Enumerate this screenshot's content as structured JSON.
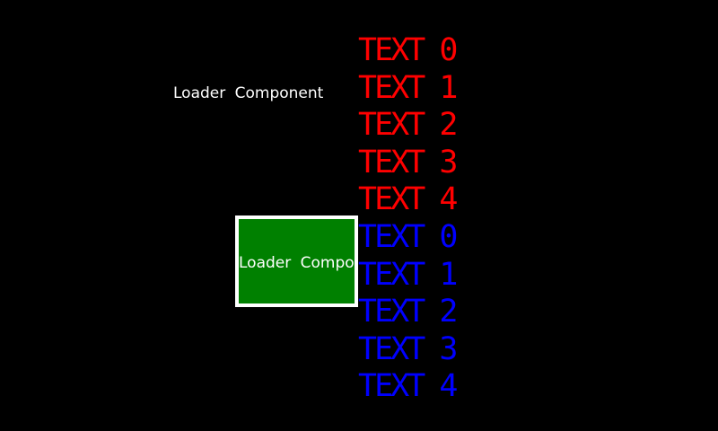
{
  "screen": {
    "background": "#000000"
  },
  "loader": {
    "top_label": "Loader Component",
    "box_label": "Loader Component",
    "label_color": "#ffffff",
    "box_fill": "#008000",
    "box_border": "#ffffff"
  },
  "text_list": {
    "red_color": "#ff0000",
    "blue_color": "#0000ff",
    "items": [
      {
        "label": "TEXT 0",
        "color": "#ff0000"
      },
      {
        "label": "TEXT 1",
        "color": "#ff0000"
      },
      {
        "label": "TEXT 2",
        "color": "#ff0000"
      },
      {
        "label": "TEXT 3",
        "color": "#ff0000"
      },
      {
        "label": "TEXT 4",
        "color": "#ff0000"
      },
      {
        "label": "TEXT 0",
        "color": "#0000ff"
      },
      {
        "label": "TEXT 1",
        "color": "#0000ff"
      },
      {
        "label": "TEXT 2",
        "color": "#0000ff"
      },
      {
        "label": "TEXT 3",
        "color": "#0000ff"
      },
      {
        "label": "TEXT 4",
        "color": "#0000ff"
      }
    ]
  }
}
